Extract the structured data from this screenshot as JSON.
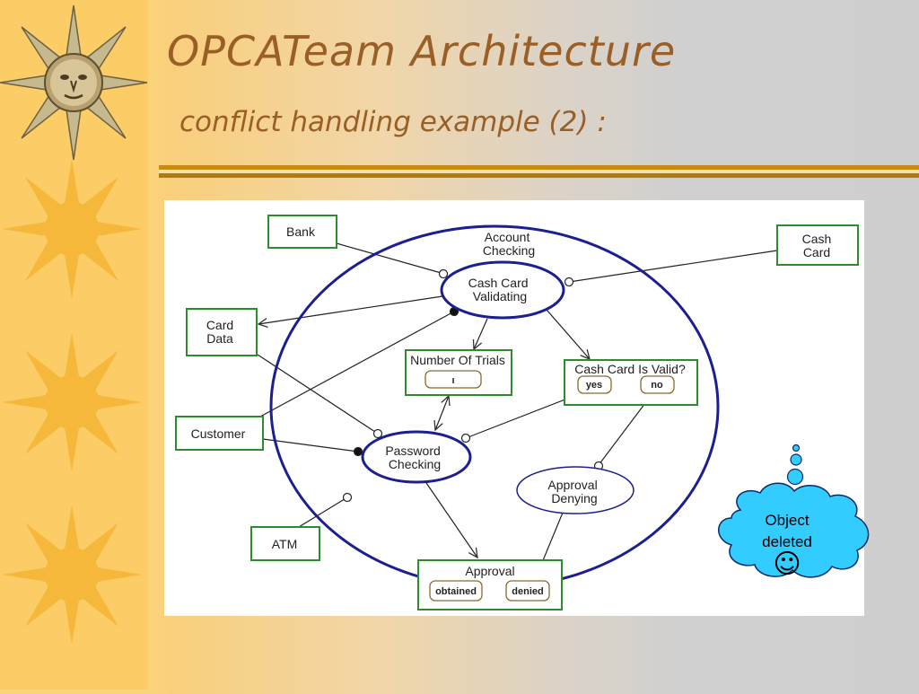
{
  "slide": {
    "title": "OPCATeam Architecture",
    "subtitle": "conflict handling example (2) :"
  },
  "diagram": {
    "objects": {
      "bank": "Bank",
      "cash_card": [
        "Cash",
        "Card"
      ],
      "card_data": [
        "Card",
        "Data"
      ],
      "customer": "Customer",
      "atm": "ATM",
      "number_of_trials": {
        "label": "Number Of Trials",
        "value": "ı"
      },
      "cash_card_is_valid": {
        "label": "Cash Card Is Valid?",
        "states": [
          "yes",
          "no"
        ]
      },
      "approval": {
        "label": "Approval",
        "states": [
          "obtained",
          "denied"
        ]
      }
    },
    "processes": {
      "account_checking": [
        "Account",
        "Checking"
      ],
      "cash_card_validating": [
        "Cash Card",
        "Validating"
      ],
      "password_checking": [
        "Password",
        "Checking"
      ],
      "approval_denying": [
        "Approval",
        "Denying"
      ]
    }
  },
  "callout": {
    "text_line1": "Object",
    "text_line2": "deleted",
    "smiley": "☺"
  },
  "colors": {
    "title": "#9a5f26",
    "sidebar": "#fccd66",
    "sun": "#f5b83a",
    "rule_gold": "#c98a12",
    "object_border": "#2e8b2e",
    "process_border": "#1b1f8f",
    "cloud_fill": "#33ccff"
  }
}
